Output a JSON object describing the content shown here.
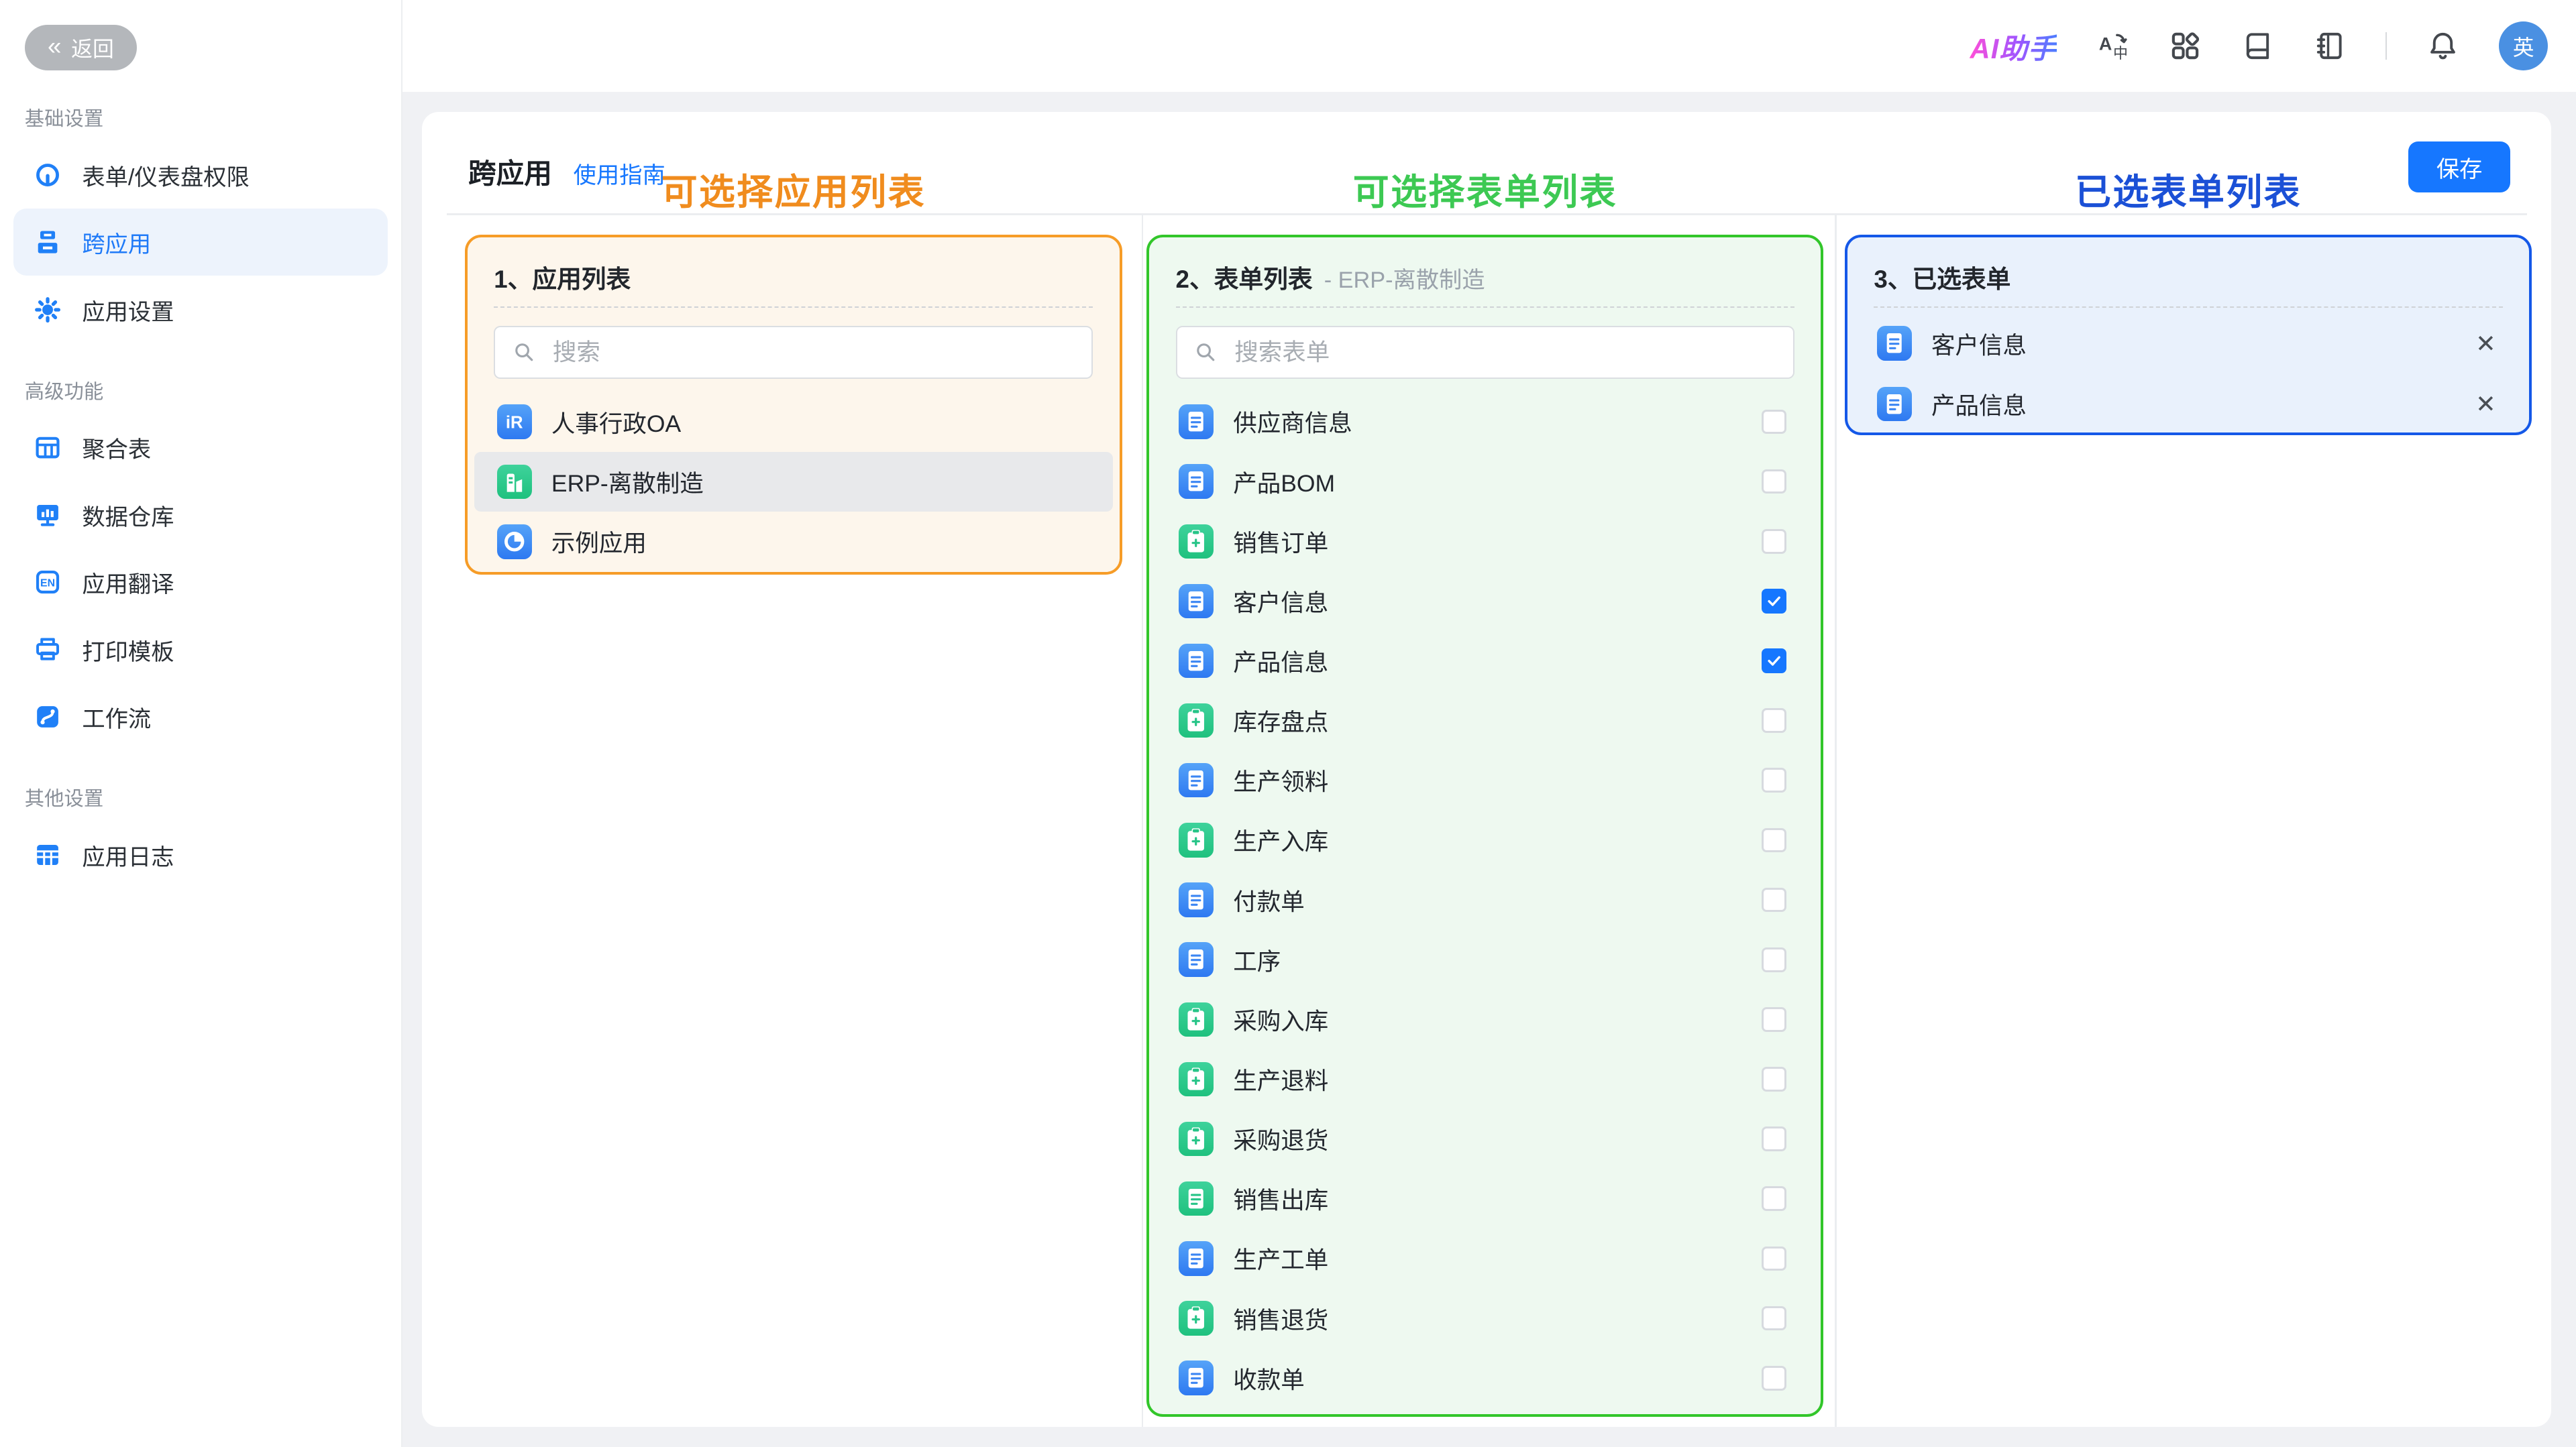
{
  "topbar": {
    "back_label": "返回",
    "ai_label": "AI助手",
    "icons": [
      {
        "name": "translate-icon"
      },
      {
        "name": "apps-grid-icon"
      },
      {
        "name": "book-icon"
      },
      {
        "name": "notebook-icon"
      },
      {
        "name": "divider"
      },
      {
        "name": "bell-icon"
      }
    ],
    "avatar_text": "英"
  },
  "sidebar": {
    "sections": [
      {
        "label": "基础设置",
        "items": [
          {
            "label": "表单/仪表盘权限",
            "icon": "gauge",
            "active": false
          },
          {
            "label": "跨应用",
            "icon": "blocks",
            "active": true
          },
          {
            "label": "应用设置",
            "icon": "gear",
            "active": false
          }
        ]
      },
      {
        "label": "高级功能",
        "items": [
          {
            "label": "聚合表",
            "icon": "table",
            "active": false
          },
          {
            "label": "数据仓库",
            "icon": "monitor-chart",
            "active": false
          },
          {
            "label": "应用翻译",
            "icon": "en-badge",
            "active": false
          },
          {
            "label": "打印模板",
            "icon": "printer",
            "active": false
          },
          {
            "label": "工作流",
            "icon": "workflow",
            "active": false
          }
        ]
      },
      {
        "label": "其他设置",
        "items": [
          {
            "label": "应用日志",
            "icon": "grid-log",
            "active": false
          }
        ]
      }
    ]
  },
  "main": {
    "title": "跨应用",
    "guide_link": "使用指南",
    "save_label": "保存"
  },
  "annotations": [
    {
      "text": "可选择应用列表",
      "color": "#f08c1e"
    },
    {
      "text": "可选择表单列表",
      "color": "#3dc953"
    },
    {
      "text": "已选表单列表",
      "color": "#1b50d6"
    }
  ],
  "panels": {
    "apps": {
      "title": "1、应用列表",
      "search_placeholder": "搜索",
      "items": [
        {
          "name": "人事行政OA",
          "icon": "hr",
          "selected": false
        },
        {
          "name": "ERP-离散制造",
          "icon": "factory",
          "selected": true
        },
        {
          "name": "示例应用",
          "icon": "pie",
          "selected": false
        }
      ]
    },
    "forms": {
      "title": "2、表单列表",
      "subtitle": "- ERP-离散制造",
      "search_placeholder": "搜索表单",
      "items": [
        {
          "name": "供应商信息",
          "icon": "doc-blue",
          "checked": false
        },
        {
          "name": "产品BOM",
          "icon": "doc-blue",
          "checked": false
        },
        {
          "name": "销售订单",
          "icon": "clip-green",
          "checked": false
        },
        {
          "name": "客户信息",
          "icon": "doc-blue",
          "checked": true
        },
        {
          "name": "产品信息",
          "icon": "doc-blue",
          "checked": true
        },
        {
          "name": "库存盘点",
          "icon": "clip-green",
          "checked": false
        },
        {
          "name": "生产领料",
          "icon": "doc-blue",
          "checked": false
        },
        {
          "name": "生产入库",
          "icon": "clip-green",
          "checked": false
        },
        {
          "name": "付款单",
          "icon": "doc-blue",
          "checked": false
        },
        {
          "name": "工序",
          "icon": "doc-blue",
          "checked": false
        },
        {
          "name": "采购入库",
          "icon": "clip-green",
          "checked": false
        },
        {
          "name": "生产退料",
          "icon": "clip-green",
          "checked": false
        },
        {
          "name": "采购退货",
          "icon": "clip-green",
          "checked": false
        },
        {
          "name": "销售出库",
          "icon": "doc-green",
          "checked": false
        },
        {
          "name": "生产工单",
          "icon": "doc-blue",
          "checked": false
        },
        {
          "name": "销售退货",
          "icon": "clip-green",
          "checked": false
        },
        {
          "name": "收款单",
          "icon": "doc-blue",
          "checked": false
        }
      ]
    },
    "selected": {
      "title": "3、已选表单",
      "items": [
        {
          "name": "客户信息",
          "icon": "doc-blue"
        },
        {
          "name": "产品信息",
          "icon": "doc-blue"
        }
      ]
    }
  },
  "colors": {
    "accent_blue": "#1677ff",
    "sidebar_icon_blue": "#2080f7",
    "panel_orange_border": "#f69c27",
    "panel_orange_bg": "#fdf6ec",
    "panel_green_border": "#32c62a",
    "panel_green_bg": "#eef9f0",
    "panel_blue_border": "#1458e8",
    "panel_blue_bg": "#e9f1fc",
    "selected_row_gray": "#e8e9eb",
    "avatar_blue": "#4a90e2"
  }
}
